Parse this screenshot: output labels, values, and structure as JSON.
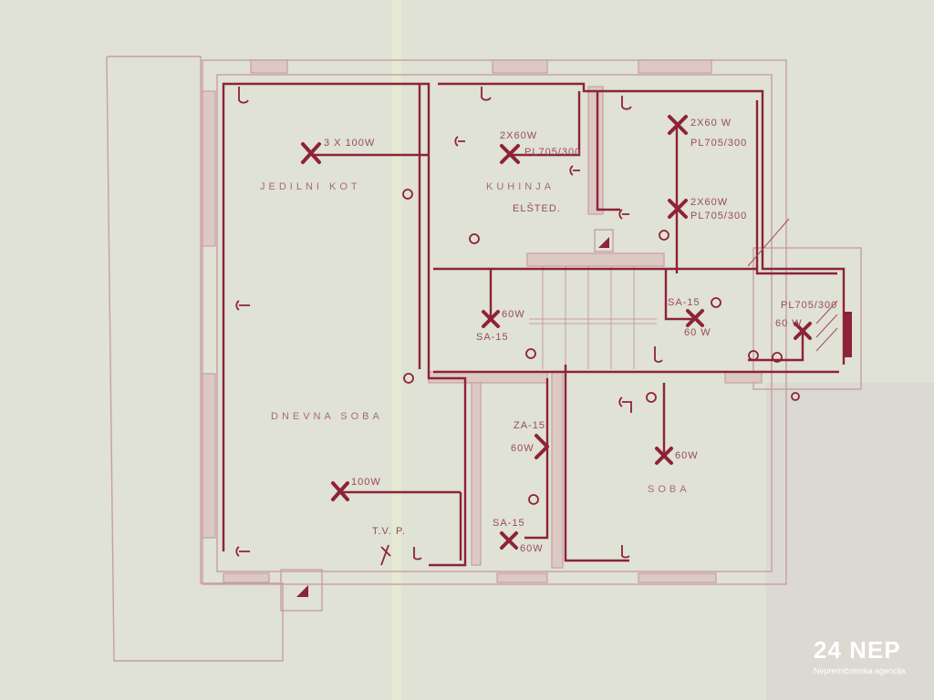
{
  "plan": {
    "rooms": {
      "dining": "JEDILNI KOT",
      "kitchen": "KUHINJA",
      "living": "DNEVNA SOBA",
      "bedroom": "SOBA"
    },
    "labels": {
      "dining_lamp": "3 X 100W",
      "kitchen_lamp": "2X60W",
      "kitchen_pl": "PL705/300",
      "elsted": "ELŠTED.",
      "room_ne_lamp1": "2X60 W",
      "room_ne_pl1": "PL705/300",
      "room_ne_lamp2": "2X60W",
      "room_ne_pl2": "PL705/300",
      "hall_lamp": "60W",
      "hall_sa": "SA-15",
      "bath_sa": "SA-15",
      "bath_lamp": "60 W",
      "entry_pl": "PL705/300",
      "entry_lamp": "60 W",
      "wc_za": "ZA-15",
      "wc_lamp": "60W",
      "bedroom_lamp": "60W",
      "living_lamp": "100W",
      "tv": "T.V. P.",
      "small_sa": "SA-15",
      "small_lamp": "60W"
    }
  },
  "watermark": {
    "brand": "24 NEP",
    "tagline": "Nepremičninska agencija"
  },
  "colors": {
    "ink": "#8e2238",
    "paper": "#dfe2d5",
    "walls": "#c99ea2"
  }
}
